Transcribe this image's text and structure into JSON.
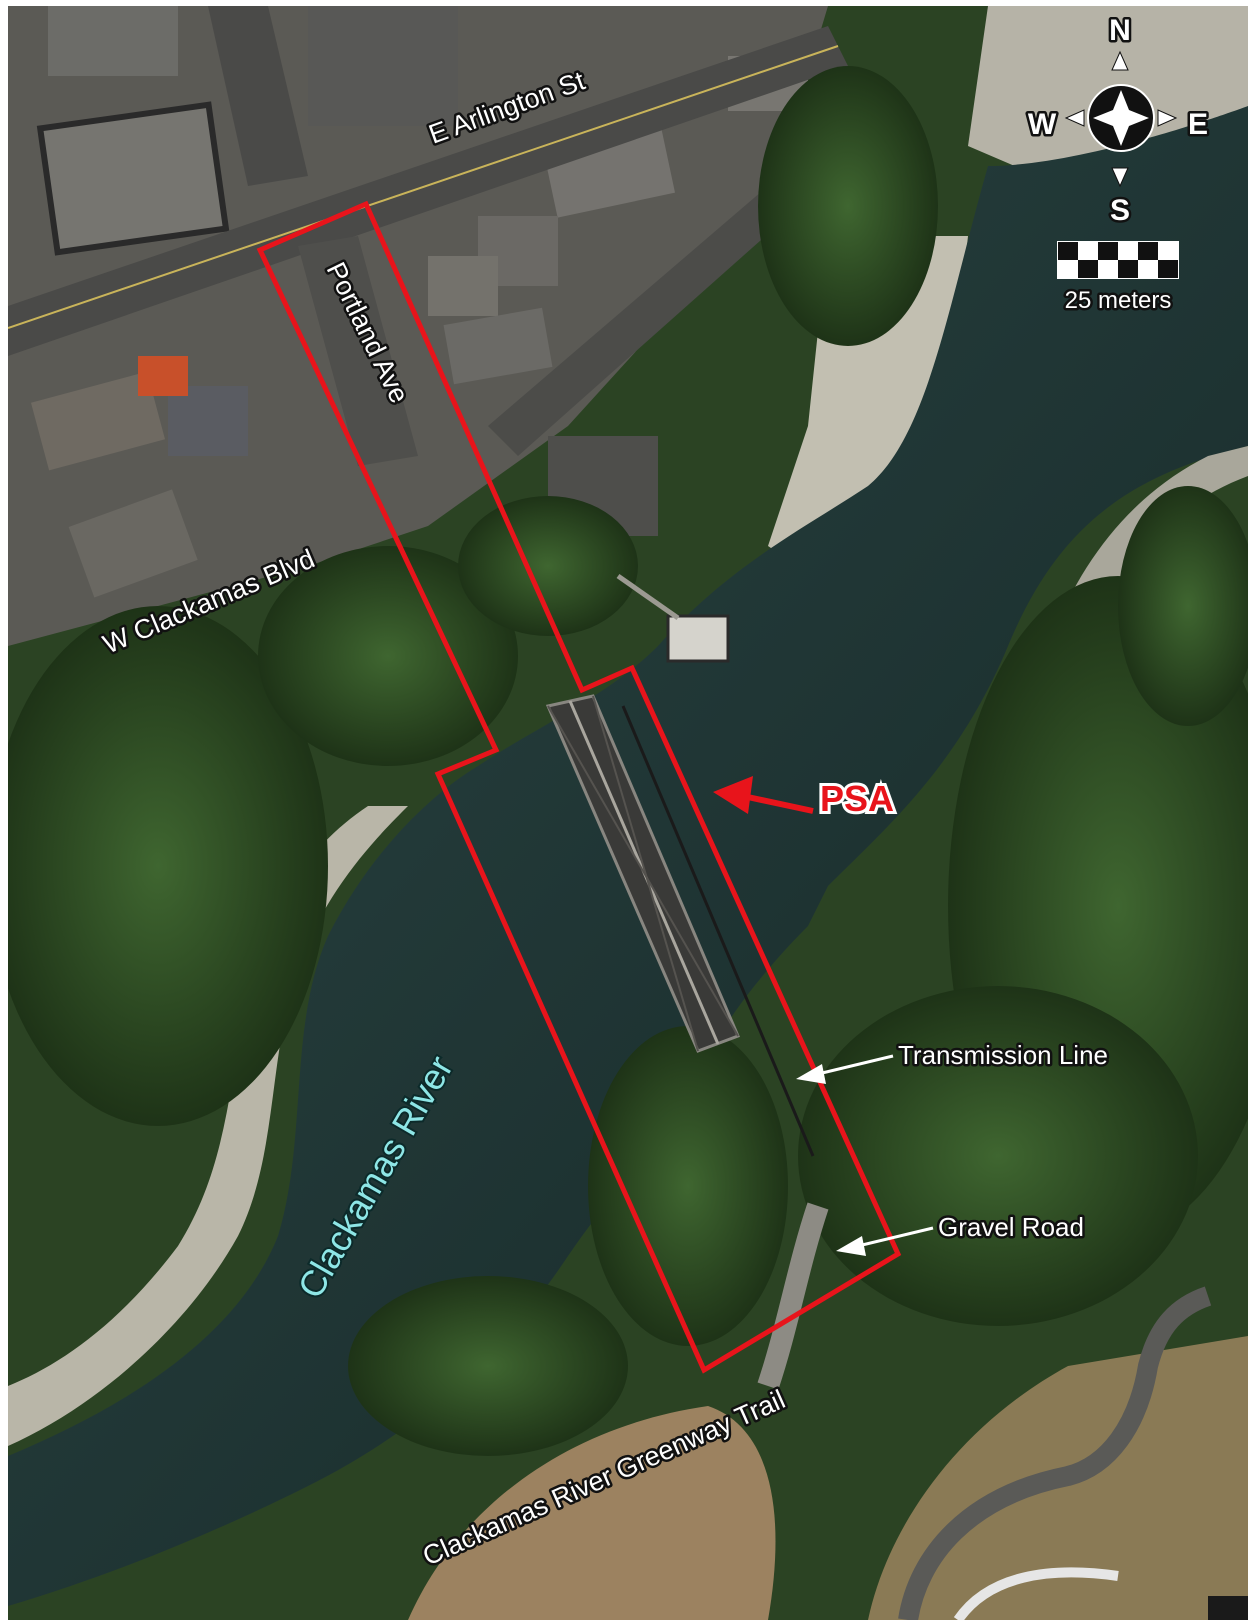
{
  "map": {
    "labels": {
      "road_arlington": "E Arlington St",
      "road_portland": "Portland Ave",
      "road_clackamas_blvd": "W Clackamas Blvd",
      "trail": "Clackamas River Greenway Trail",
      "river": "Clackamas River",
      "psa": "PSA",
      "transmission_line": "Transmission Line",
      "gravel_road": "Gravel Road"
    },
    "compass": {
      "north": "N",
      "south": "S",
      "east": "E",
      "west": "W"
    },
    "scale": {
      "label": "25 meters"
    },
    "colors": {
      "psa_outline": "#e8141b",
      "water": "#223a3a",
      "trees": "#2e4a26",
      "gravel_bar": "#b9b6a8",
      "pavement": "#4a4a48",
      "dry_grass": "#a08560"
    }
  }
}
